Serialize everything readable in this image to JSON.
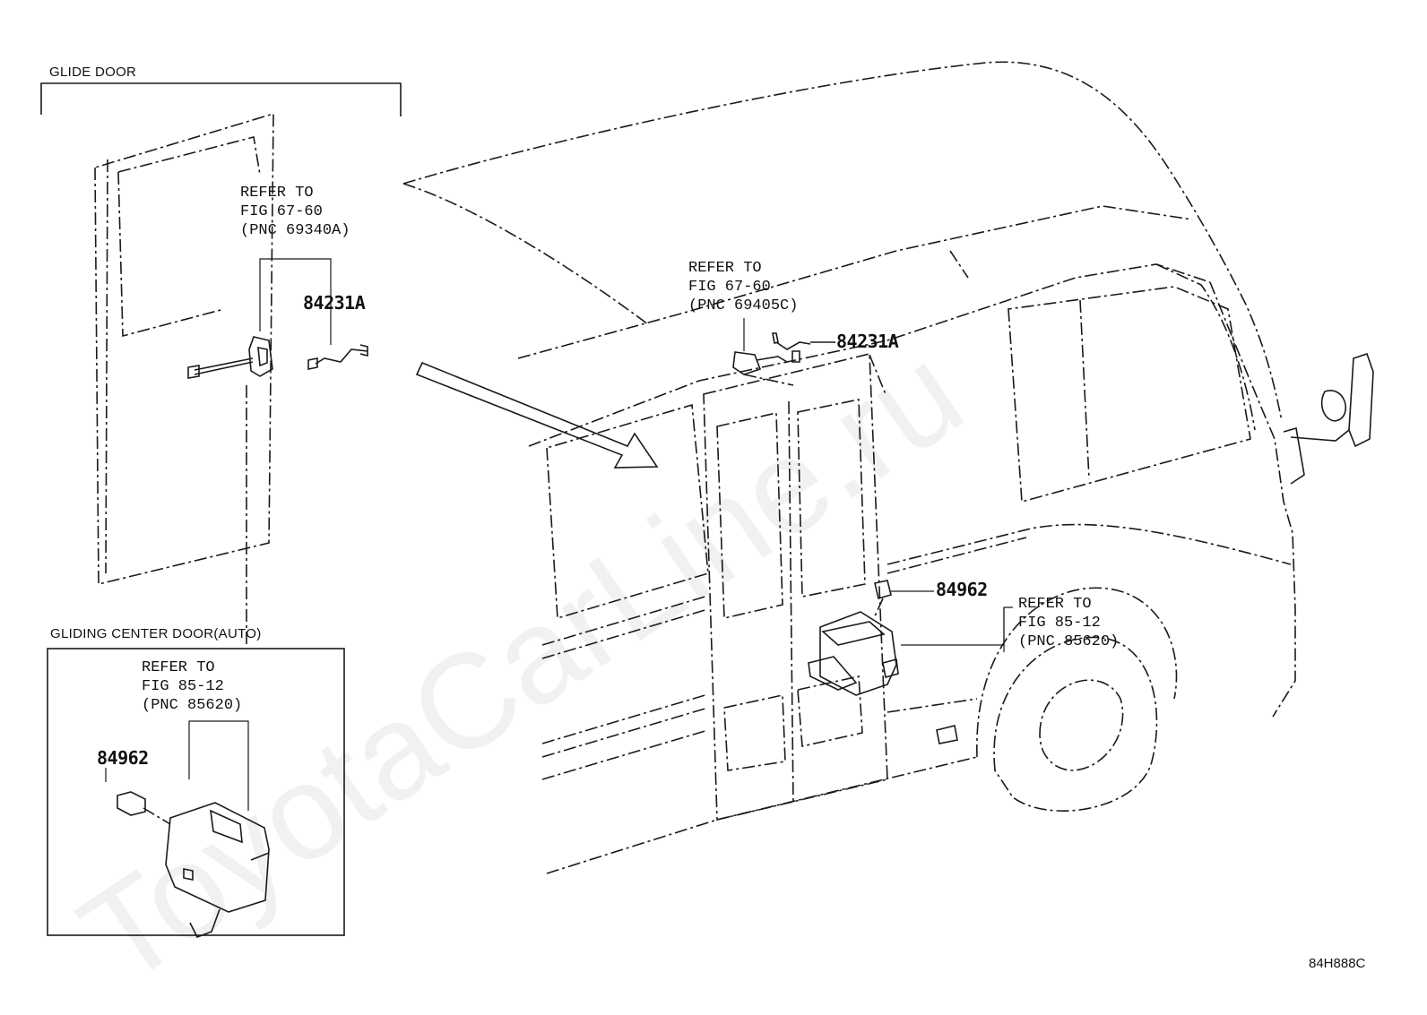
{
  "sections": {
    "glide_door": "GLIDE DOOR",
    "gliding_center_door": "GLIDING CENTER DOOR(AUTO)"
  },
  "refs": {
    "ref_69340a": "REFER TO\nFIG 67-60\n(PNC 69340A)",
    "ref_69405c": "REFER TO\nFIG 67-60\n(PNC 69405C)",
    "ref_85620_right": "REFER TO\nFIG 85-12\n(PNC 85620)",
    "ref_85620_inset": "REFER TO\nFIG 85-12\n(PNC 85620)"
  },
  "parts": {
    "p84231a_left": "84231A",
    "p84231a_right": "84231A",
    "p84962_right": "84962",
    "p84962_inset": "84962"
  },
  "diagram_code": "84H888C",
  "watermark": "ToyotaCarLine.ru"
}
